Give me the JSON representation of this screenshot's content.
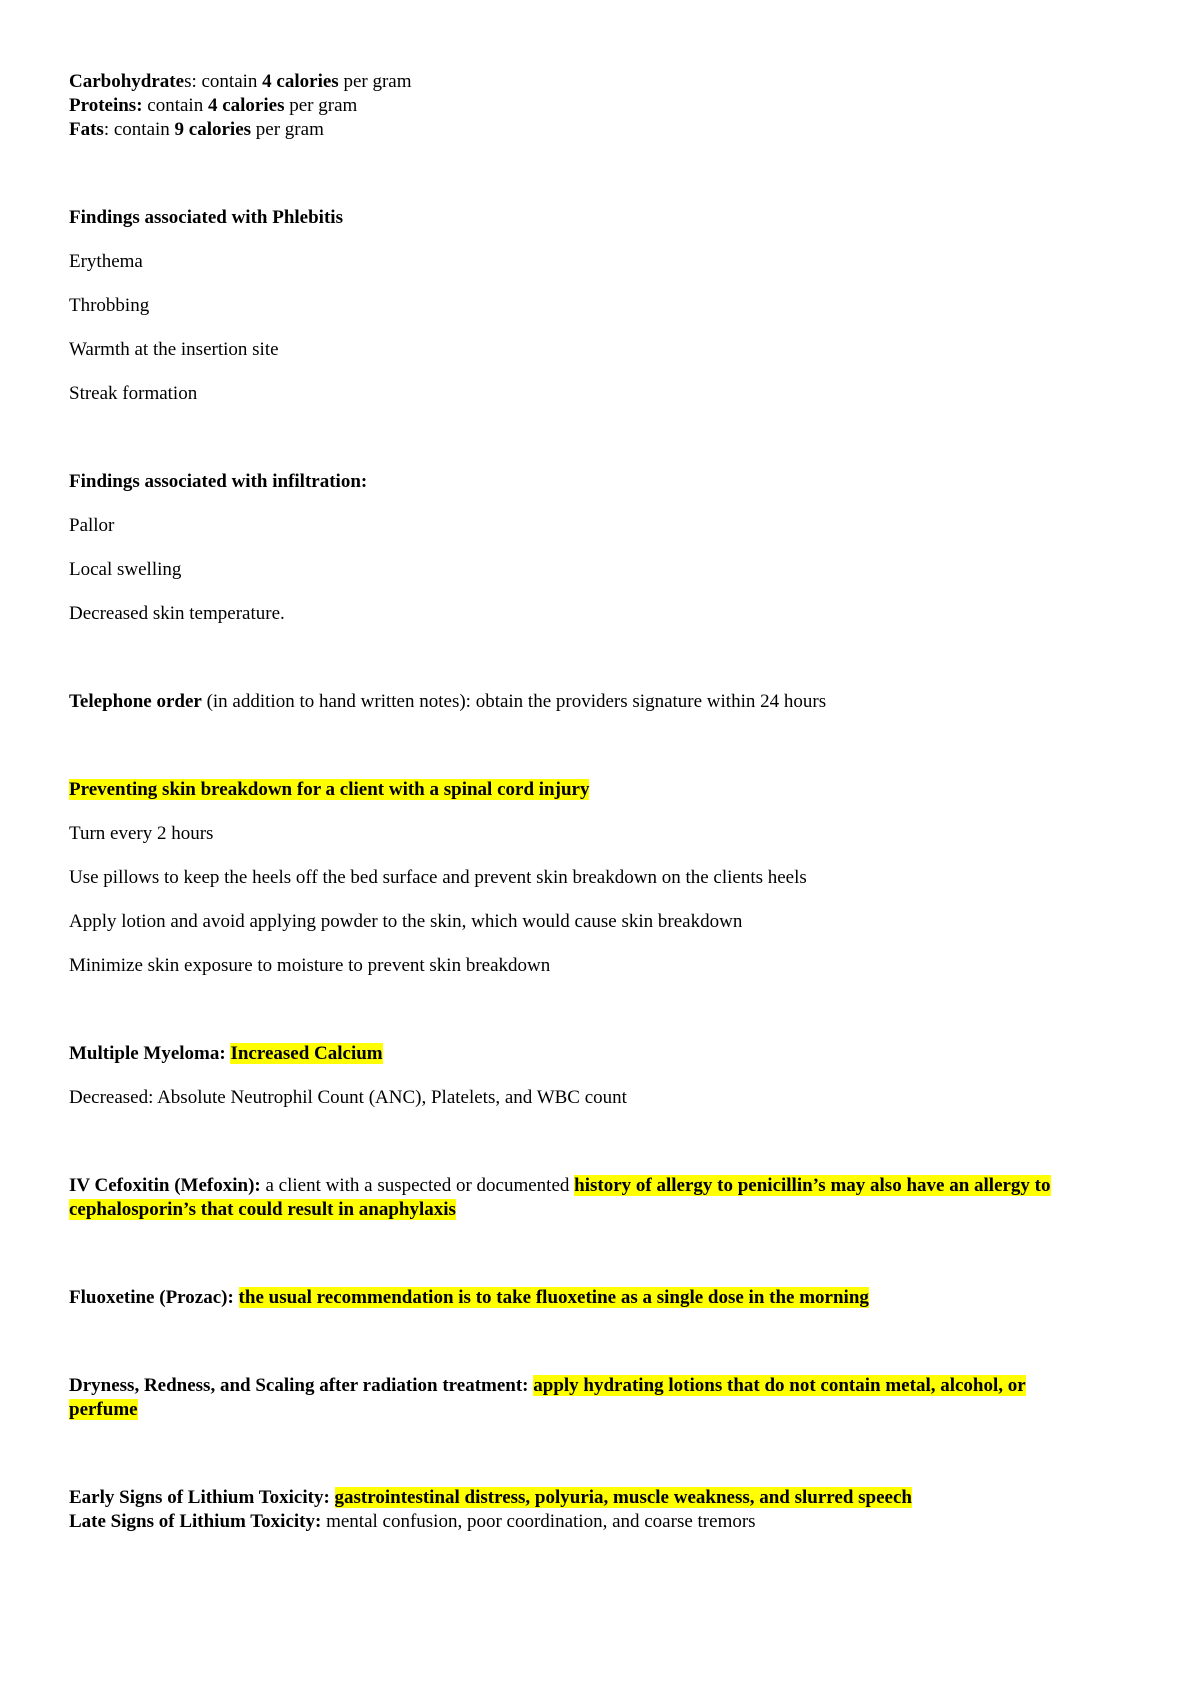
{
  "macros": {
    "carb_label": "Carbohydrate",
    "carb_label_tail": "s: contain ",
    "carb_value": "4 calories",
    "carb_tail": " per gram",
    "protein_label": "Proteins:",
    "protein_mid": " contain ",
    "protein_value": "4 calories",
    "protein_tail": " per gram",
    "fat_label": "Fats",
    "fat_mid": ": contain ",
    "fat_value": "9 calories",
    "fat_tail": " per gram"
  },
  "phlebitis": {
    "heading": "Findings associated with Phlebitis",
    "items": [
      "Erythema",
      "Throbbing",
      "Warmth at the insertion site",
      "Streak formation"
    ]
  },
  "infiltration": {
    "heading": "Findings associated with infiltration:",
    "items": [
      "Pallor",
      "Local swelling",
      "Decreased skin temperature."
    ]
  },
  "telephone": {
    "label": "Telephone order",
    "text": " (in addition to hand written notes): obtain the providers signature within 24 hours"
  },
  "skin": {
    "heading": "Preventing skin breakdown for a client with a spinal cord injury",
    "items": [
      "Turn every 2 hours",
      "Use pillows to keep the heels off the bed surface and prevent skin breakdown on the clients heels",
      "Apply lotion and avoid applying powder to the skin, which would cause skin breakdown",
      "Minimize skin exposure to moisture to prevent skin breakdown"
    ]
  },
  "myeloma": {
    "label": "Multiple Myeloma: ",
    "highlight": "Increased Calcium",
    "decreased": "Decreased: Absolute Neutrophil Count (ANC), Platelets, and WBC count"
  },
  "cefoxitin": {
    "label": "IV Cefoxitin (Mefoxin):",
    "text": " a client with a suspected or documented ",
    "highlight_1": "history of allergy to penicillin’s may also have an allergy to",
    "highlight_2": "cephalosporin’s that could result in anaphylaxis"
  },
  "fluoxetine": {
    "label": "Fluoxetine (Prozac): ",
    "highlight": "the usual recommendation is to take fluoxetine as a single dose in the morning"
  },
  "radiation": {
    "label": "Dryness, Redness, and Scaling after radiation treatment: ",
    "highlight_1": "apply hydrating lotions that do not contain metal, alcohol, or",
    "highlight_2": "perfume"
  },
  "lithium": {
    "early_label": "Early Signs of Lithium Toxicity: ",
    "early_highlight": "gastrointestinal distress, polyuria, muscle weakness, and slurred speech",
    "late_label": "Late Signs of Lithium Toxicity:",
    "late_text": " mental confusion, poor coordination, and coarse tremors"
  }
}
